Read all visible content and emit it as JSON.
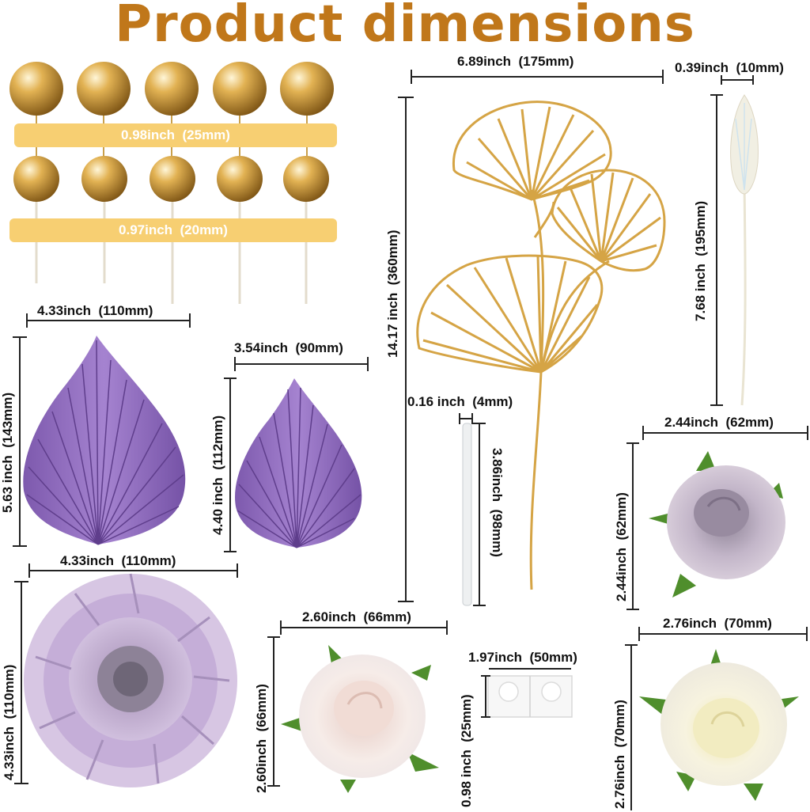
{
  "title": "Product dimensions",
  "labels": {
    "pearl_large": "0.98inch  (25mm)",
    "pearl_small": "0.97inch  (20mm)",
    "ginkgo_width": "6.89inch  (175mm)",
    "ginkgo_height": "14.17 inch  (360mm)",
    "bunny_width": "0.39inch  (10mm)",
    "bunny_height": "7.68 inch  (195mm)",
    "palm_large_width": "4.33inch  (110mm)",
    "palm_large_height": "5.63 inch  (143mm)",
    "palm_small_width": "3.54inch  (90mm)",
    "palm_small_height": "4.40 inch  (112mm)",
    "stick_width": "0.16 inch  (4mm)",
    "stick_height": "3.86inch  (98mm)",
    "rose_purple_width": "2.44inch  (62mm)",
    "rose_purple_height": "2.44inch  (62mm)",
    "dahlia_width": "4.33inch  (110mm)",
    "dahlia_height": "4.33inch  (110mm)",
    "rose_pink_width": "2.60inch  (66mm)",
    "rose_pink_height": "2.60inch  (66mm)",
    "dots_width": "1.97inch  (50mm)",
    "dots_height": "0.98 inch  (25mm)",
    "rose_white_width": "2.76inch  (70mm)",
    "rose_white_height": "2.76inch  (70mm)"
  },
  "colors": {
    "title": "#c0771a",
    "gold": "#d8a640",
    "lavender": "#9c78c6",
    "band": "#f7cf72"
  },
  "icons": [
    "gold-pearl-icon",
    "ginkgo-leaf-icon",
    "bunny-tail-icon",
    "palm-spear-icon",
    "dahlia-icon",
    "rose-icon",
    "glue-dots-icon",
    "support-stick-icon"
  ]
}
